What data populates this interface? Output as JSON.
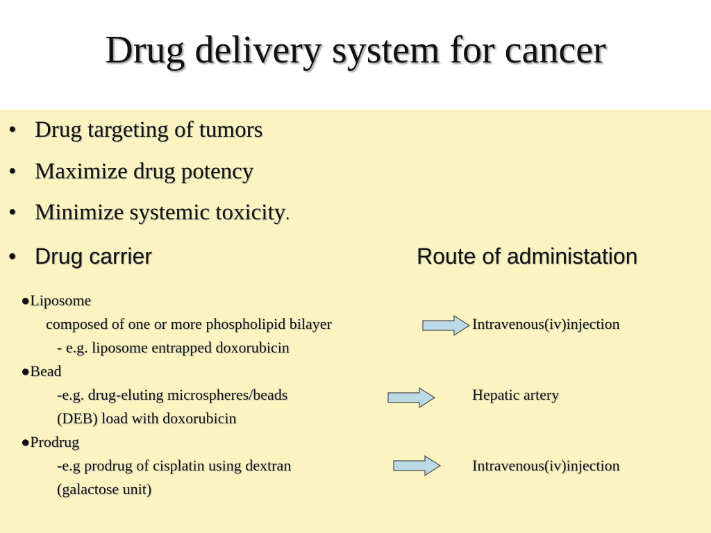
{
  "slide": {
    "title": "Drug delivery system for cancer",
    "bullets": [
      {
        "marker": "•",
        "text": "Drug targeting of tumors"
      },
      {
        "marker": "•",
        "text": "Maximize drug potency"
      },
      {
        "marker": "•",
        "text": "Minimize systemic toxicity",
        "suffix": "."
      },
      {
        "marker": "•",
        "text": "Drug carrier"
      }
    ],
    "route_heading": "Route of administation",
    "carriers": [
      {
        "name": "●Liposome",
        "description": "composed of one or more phospholipid bilayer",
        "example": "- e.g. liposome entrapped doxorubicin",
        "route": "Intravenous(iv)injection"
      },
      {
        "name": "●Bead",
        "description": "-e.g. drug-eluting microspheres/beads",
        "example": "(DEB) load with doxorubicin",
        "route": "Hepatic artery"
      },
      {
        "name": "●Prodrug",
        "description": "-e.g prodrug of cisplatin using dextran",
        "example": "(galactose unit)",
        "route": "Intravenous(iv)injection"
      }
    ],
    "colors": {
      "panel": "#fbf4c0",
      "arrow_fill": "#bcd9e6",
      "arrow_stroke": "#4a4a4a"
    }
  }
}
